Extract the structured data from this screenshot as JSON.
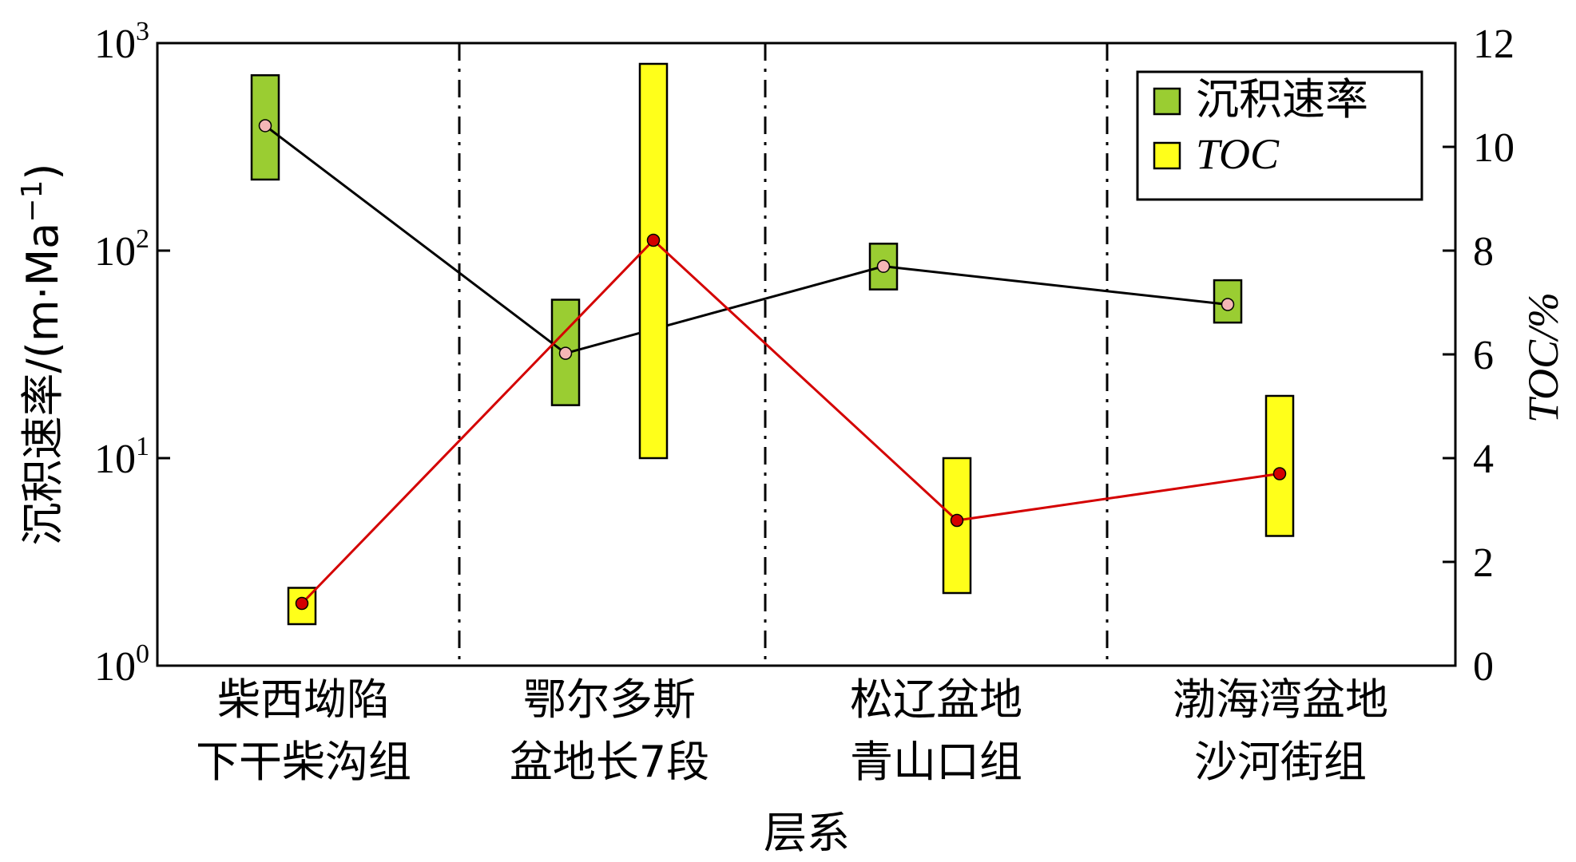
{
  "chart_data": {
    "type": "range-line",
    "xlabel": "层系",
    "categories": [
      [
        "柴西坳陷",
        "下干柴沟组"
      ],
      [
        "鄂尔多斯",
        "盆地长7段"
      ],
      [
        "松辽盆地",
        "青山口组"
      ],
      [
        "渤海湾盆地",
        "沙河街组"
      ]
    ],
    "left_axis": {
      "label_prefix": "沉积速率/(m·Ma",
      "label_sup": "−1",
      "label_suffix": ")",
      "scale": "log",
      "ylim": [
        1,
        1000
      ],
      "ticks": [
        {
          "base": "10",
          "exp": "0",
          "value": 1
        },
        {
          "base": "10",
          "exp": "1",
          "value": 10
        },
        {
          "base": "10",
          "exp": "2",
          "value": 100
        },
        {
          "base": "10",
          "exp": "3",
          "value": 1000
        }
      ]
    },
    "right_axis": {
      "label": "TOC/%",
      "scale": "linear",
      "ylim": [
        0,
        12
      ],
      "ticks": [
        "0",
        "2",
        "4",
        "6",
        "8",
        "10",
        "12"
      ]
    },
    "series": [
      {
        "name": "沉积速率",
        "axis": "left",
        "bar_color": "#9acd32",
        "line_color": "#000000",
        "marker_color": "#f4b6b6",
        "points": [
          {
            "category": 0,
            "low": 220,
            "high": 700,
            "mid": 400
          },
          {
            "category": 1,
            "low": 18,
            "high": 58,
            "mid": 32
          },
          {
            "category": 2,
            "low": 65,
            "high": 108,
            "mid": 84
          },
          {
            "category": 3,
            "low": 45,
            "high": 72,
            "mid": 55
          }
        ]
      },
      {
        "name": "TOC",
        "axis": "right",
        "bar_color": "#ffff1a",
        "line_color": "#d40000",
        "marker_color": "#d40000",
        "points": [
          {
            "category": 0,
            "low": 0.8,
            "high": 1.5,
            "mid": 1.2
          },
          {
            "category": 1,
            "low": 4.0,
            "high": 11.6,
            "mid": 8.2
          },
          {
            "category": 2,
            "low": 1.4,
            "high": 4.0,
            "mid": 2.8
          },
          {
            "category": 3,
            "low": 2.5,
            "high": 5.2,
            "mid": 3.7
          }
        ]
      }
    ],
    "legend": {
      "position": "top-right",
      "entries": [
        "沉积速率",
        "TOC"
      ]
    },
    "grid": false
  }
}
